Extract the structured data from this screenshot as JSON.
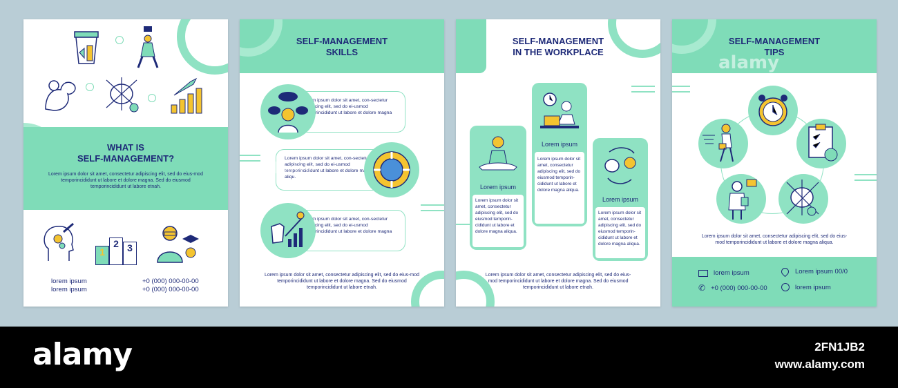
{
  "page1": {
    "title_line1": "WHAT IS",
    "title_line2": "SELF-MANAGEMENT?",
    "body": "Lorem ipsum dolor sit amet, consectetur adipiscing elit, sed do eius-mod temporincididunt ut labore et dolore magna. Sed do eiusmod temporincididunt ut labore etnah.",
    "contact_left_1": "lorem ipsum",
    "contact_left_2": "lorem ipsum",
    "contact_right_1": "+0 (000) 000-00-00",
    "contact_right_2": "+0 (000) 000-00-00",
    "podium_1": "1",
    "podium_2": "2",
    "podium_3": "3"
  },
  "page2": {
    "title_line1": "SELF-MANAGEMENT",
    "title_line2": "SKILLS",
    "card1": "Lorem ipsum dolor sit amet, con-sectetur adipiscing elit, sed do ei-usmod temporincididunt ut labore et dolore magna aliqu.",
    "card2": "Lorem ipsum dolor sit amet, con-sectetur adipiscing elit, sed do ei-usmod temporincididunt ut labore et dolore magna aliqu.",
    "card3": "Lorem ipsum dolor sit amet, con-sectetur adipiscing elit, sed do ei-usmod temporincididunt ut labore et dolore magna aliqu.",
    "footer": "Lorem ipsum dolor sit amet, consectetur adipiscing elit, sed do eius-mod temporincididunt ut labore et dolore magna. Sed do eiusmod temporincididunt ut labore etnah."
  },
  "page3": {
    "title_line1": "SELF-MANAGEMENT",
    "title_line2": "IN THE WORKPLACE",
    "col1_heading": "Lorem ipsum",
    "col1_body": "Lorem ipsum dolor sit amet, consectetur adipiscing elit, sed do eiusmod temporin-cididunt ut labore et dolore magna aliqua.",
    "col2_heading": "Lorem ipsum",
    "col2_body": "Lorem ipsum dolor sit amet, consectetur adipiscing elit, sed do eiusmod temporin-cididunt ut labore et dolore magna aliqua.",
    "col3_heading": "Lorem ipsum",
    "col3_body": "Lorem ipsum dolor sit amet, consectetur adipiscing elit, sed do eiusmod temporin-cididunt ut labore et dolore magna aliqua.",
    "footer": "Lorem ipsum dolor sit amet, consectetur adipiscing elit, sed do eius-mod temporincididunt ut labore et dolore magna. Sed do eiusmod temporincididunt ut labore etnah."
  },
  "page4": {
    "title_line1": "SELF-MANAGEMENT",
    "title_line2": "TIPS",
    "body": "Lorem ipsum dolor sit amet, consectetur adipiscing elit, sed do eius-mod temporincididunt ut labore et dolore magna aliqua.",
    "mail_label": "lorem ipsum",
    "location_label": "Lorem ipsum 00/0",
    "phone_label": "+0 (000) 000-00-00",
    "web_label": "lorem ipsum"
  },
  "watermark": {
    "logo": "alamy",
    "overlay": "alamy",
    "image_id": "2FN1JB2",
    "url": "www.alamy.com"
  },
  "colors": {
    "mint": "#7fdcb8",
    "navy": "#1e2a78",
    "background": "#b9cdd6"
  }
}
